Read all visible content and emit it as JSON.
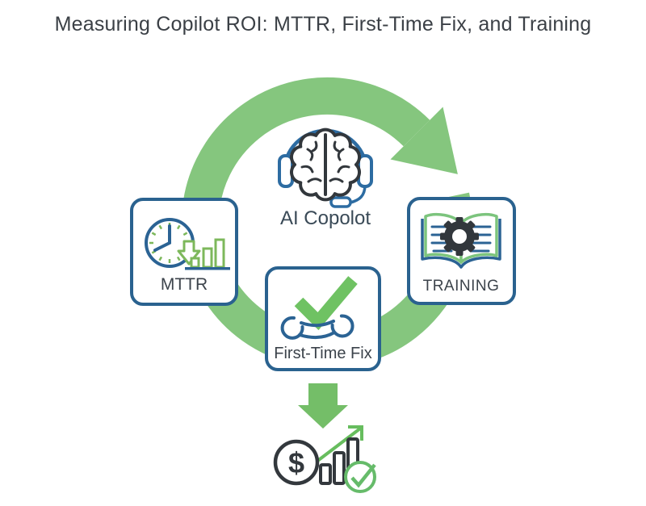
{
  "title": "Measuring Copilot ROI: MTTR, First-Time Fix, and Training",
  "center": {
    "label": "AI Copolot",
    "icon": "brain-headset-icon"
  },
  "cycle": {
    "icon": "circular-arrow-clockwise",
    "direction": "clockwise"
  },
  "nodes": [
    {
      "id": "mttr",
      "label": "MTTR",
      "icon": "clock-downtrend-bars-icon"
    },
    {
      "id": "training",
      "label": "TRAINING",
      "icon": "open-book-gear-icon"
    },
    {
      "id": "first-time-fix",
      "label": "First-Time Fix",
      "icon": "wrench-checkmark-icon"
    }
  ],
  "outcome": {
    "connector_icon": "down-arrow",
    "dollar_symbol": "$",
    "icons": [
      "dollar-coin-icon",
      "trend-up-arrow-icon",
      "growth-bars-icon",
      "check-circle-icon"
    ]
  },
  "colors": {
    "background": "#FFFFFF",
    "title_text": "#3B4046",
    "label_text": "#3C434B",
    "ring_green": "#85C67E",
    "solid_arrow_green": "#74BE68",
    "icon_green": "#7DB85B",
    "check_green": "#6FC263",
    "outcome_green": "#66BB6A",
    "box_border_blue": "#2A628F",
    "line_blue": "#2B6394",
    "headset_blue": "#2D6CA2",
    "dark_outline": "#33383D"
  }
}
